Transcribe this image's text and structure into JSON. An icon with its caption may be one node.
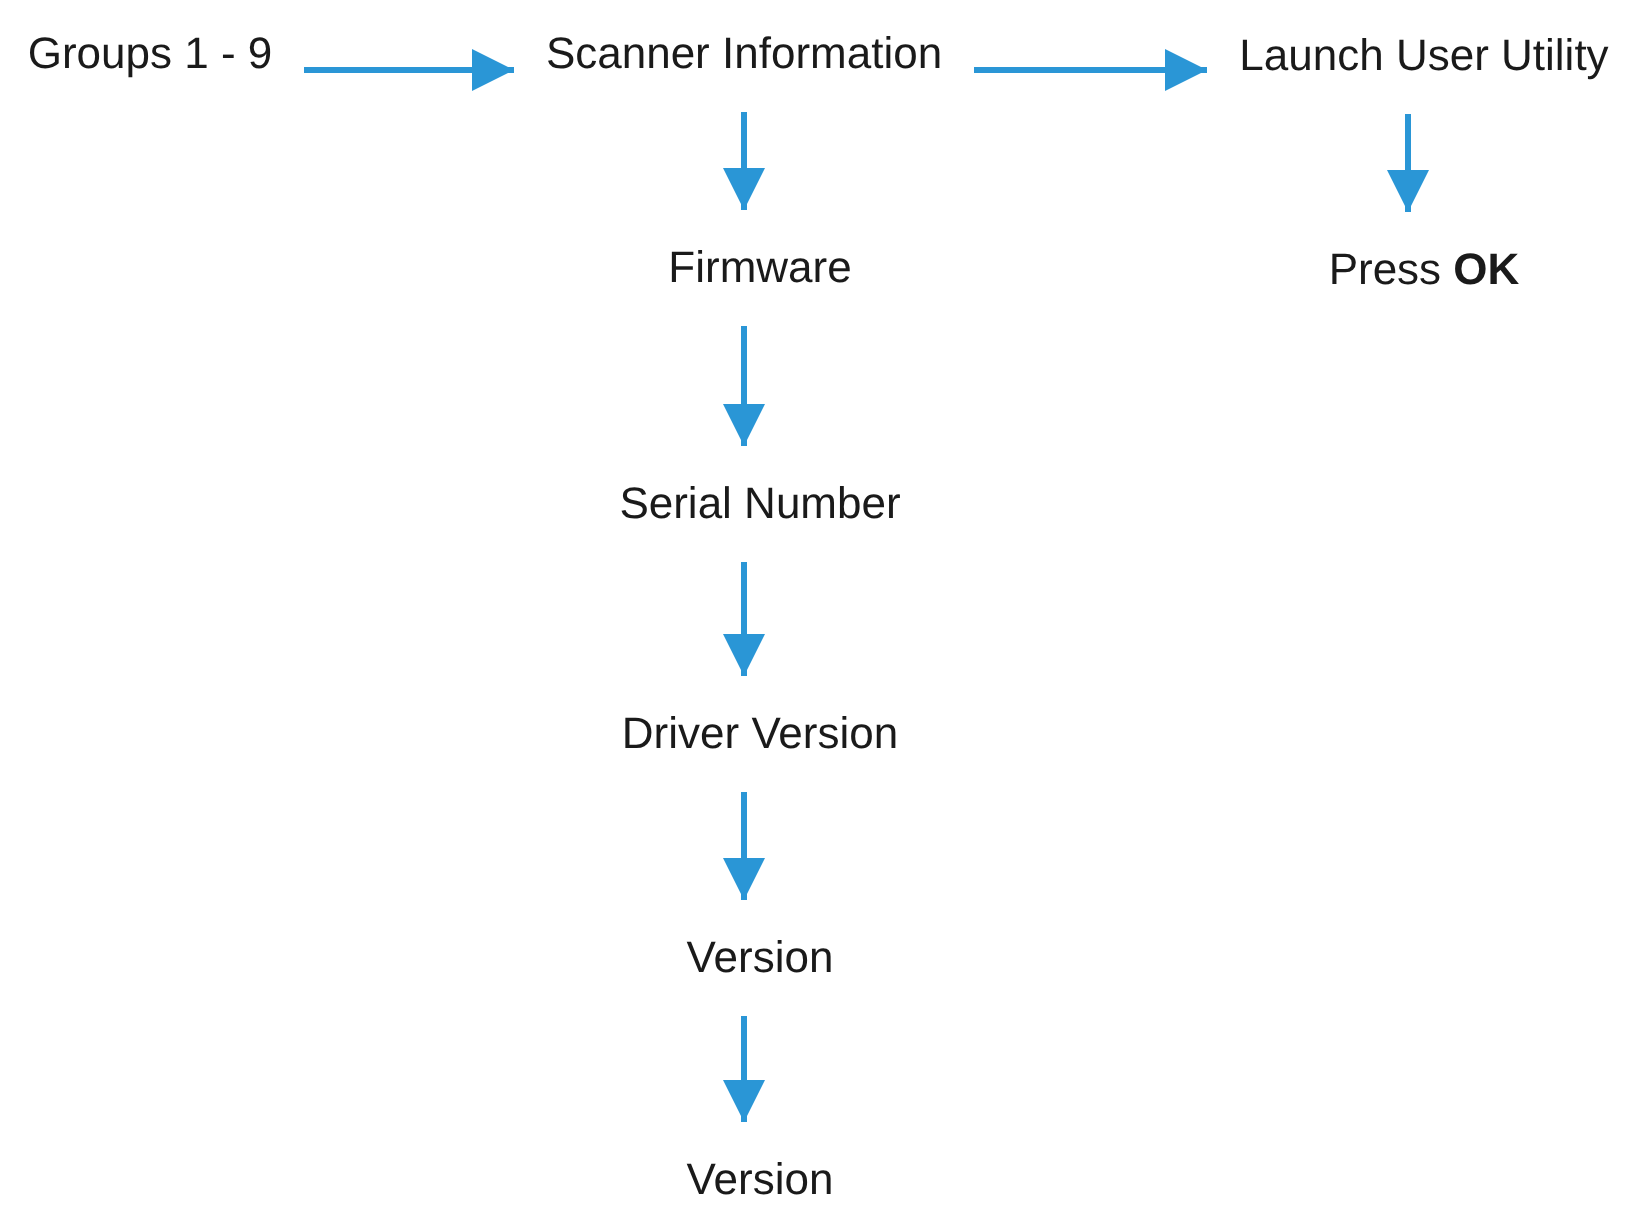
{
  "diagram": {
    "nodes": [
      {
        "text": [
          "Groups 1 - 9"
        ]
      },
      {
        "text": [
          "Scanner Information"
        ]
      },
      {
        "text": [
          "Launch User Utility"
        ]
      },
      {
        "text": [
          "Firmware"
        ]
      },
      {
        "text": [
          "Press **OK**"
        ]
      },
      {
        "text": [
          "Serial Number"
        ]
      },
      {
        "text": [
          "Driver Version"
        ]
      },
      {
        "text": [
          "Version"
        ]
      },
      {
        "text": [
          "Version"
        ]
      }
    ],
    "edges": [
      {
        "from": 0,
        "to": 1,
        "arrow": "to"
      },
      {
        "from": 1,
        "to": 2,
        "arrow": "to"
      },
      {
        "from": 1,
        "to": 3,
        "arrow": "to"
      },
      {
        "from": 2,
        "to": 4,
        "arrow": "to"
      },
      {
        "from": 3,
        "to": 5,
        "arrow": "to"
      },
      {
        "from": 5,
        "to": 6,
        "arrow": "to"
      },
      {
        "from": 6,
        "to": 7,
        "arrow": "to"
      },
      {
        "from": 7,
        "to": 8,
        "arrow": "to"
      }
    ]
  }
}
